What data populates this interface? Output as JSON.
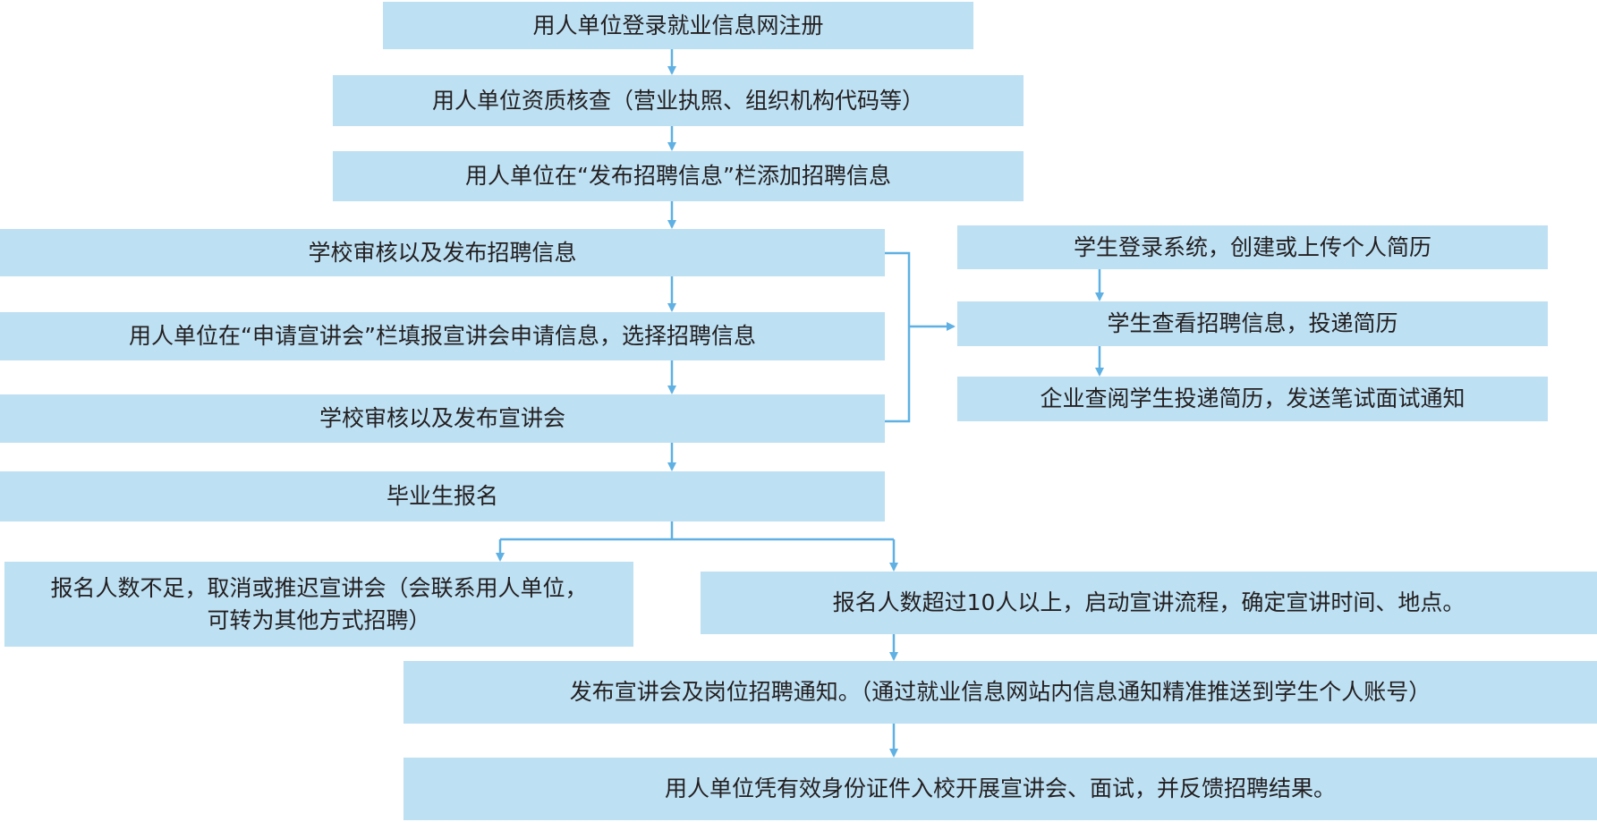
{
  "colors": {
    "box": "#bde0f3",
    "arrow": "#5fb0e3",
    "text": "#231f20"
  },
  "steps": {
    "s1": "用人单位登录就业信息网注册",
    "s2": "用人单位资质核查（营业执照、组织机构代码等）",
    "s3": "用人单位在“发布招聘信息”栏添加招聘信息",
    "s4": "学校审核以及发布招聘信息",
    "s5": "用人单位在“申请宣讲会”栏填报宣讲会申请信息，选择招聘信息",
    "s6": "学校审核以及发布宣讲会",
    "s7": "毕业生报名",
    "s8": "报名人数不足，取消或推迟宣讲会（会联系用人单位，可转为其他方式招聘）",
    "s9": "报名人数超过10人以上，启动宣讲流程，确定宣讲时间、地点。",
    "s10": "发布宣讲会及岗位招聘通知。（通过就业信息网站内信息通知精准推送到学生个人账号）",
    "s11": "用人单位凭有效身份证件入校开展宣讲会、面试，并反馈招聘结果。"
  },
  "student_steps": {
    "r1": "学生登录系统，创建或上传个人简历",
    "r2": "学生查看招聘信息，投递简历",
    "r3": "企业查阅学生投递简历，发送笔试面试通知"
  }
}
